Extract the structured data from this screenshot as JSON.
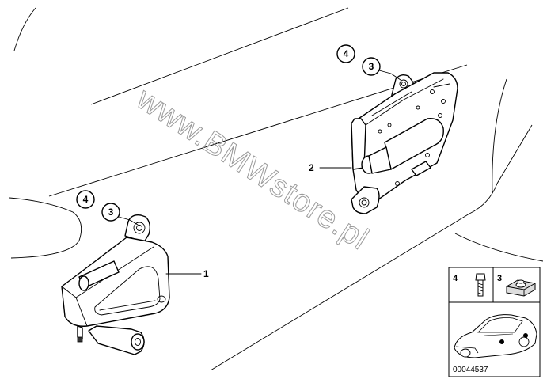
{
  "watermark": "www.BMWstore.pl",
  "diagram_code": "00044537",
  "callouts": {
    "part1": "1",
    "part2": "2",
    "upper_bolt": "4",
    "upper_nut": "3",
    "lower_bolt": "4",
    "lower_nut": "3"
  },
  "legend": {
    "bolt_label": "4",
    "nut_label": "3"
  }
}
